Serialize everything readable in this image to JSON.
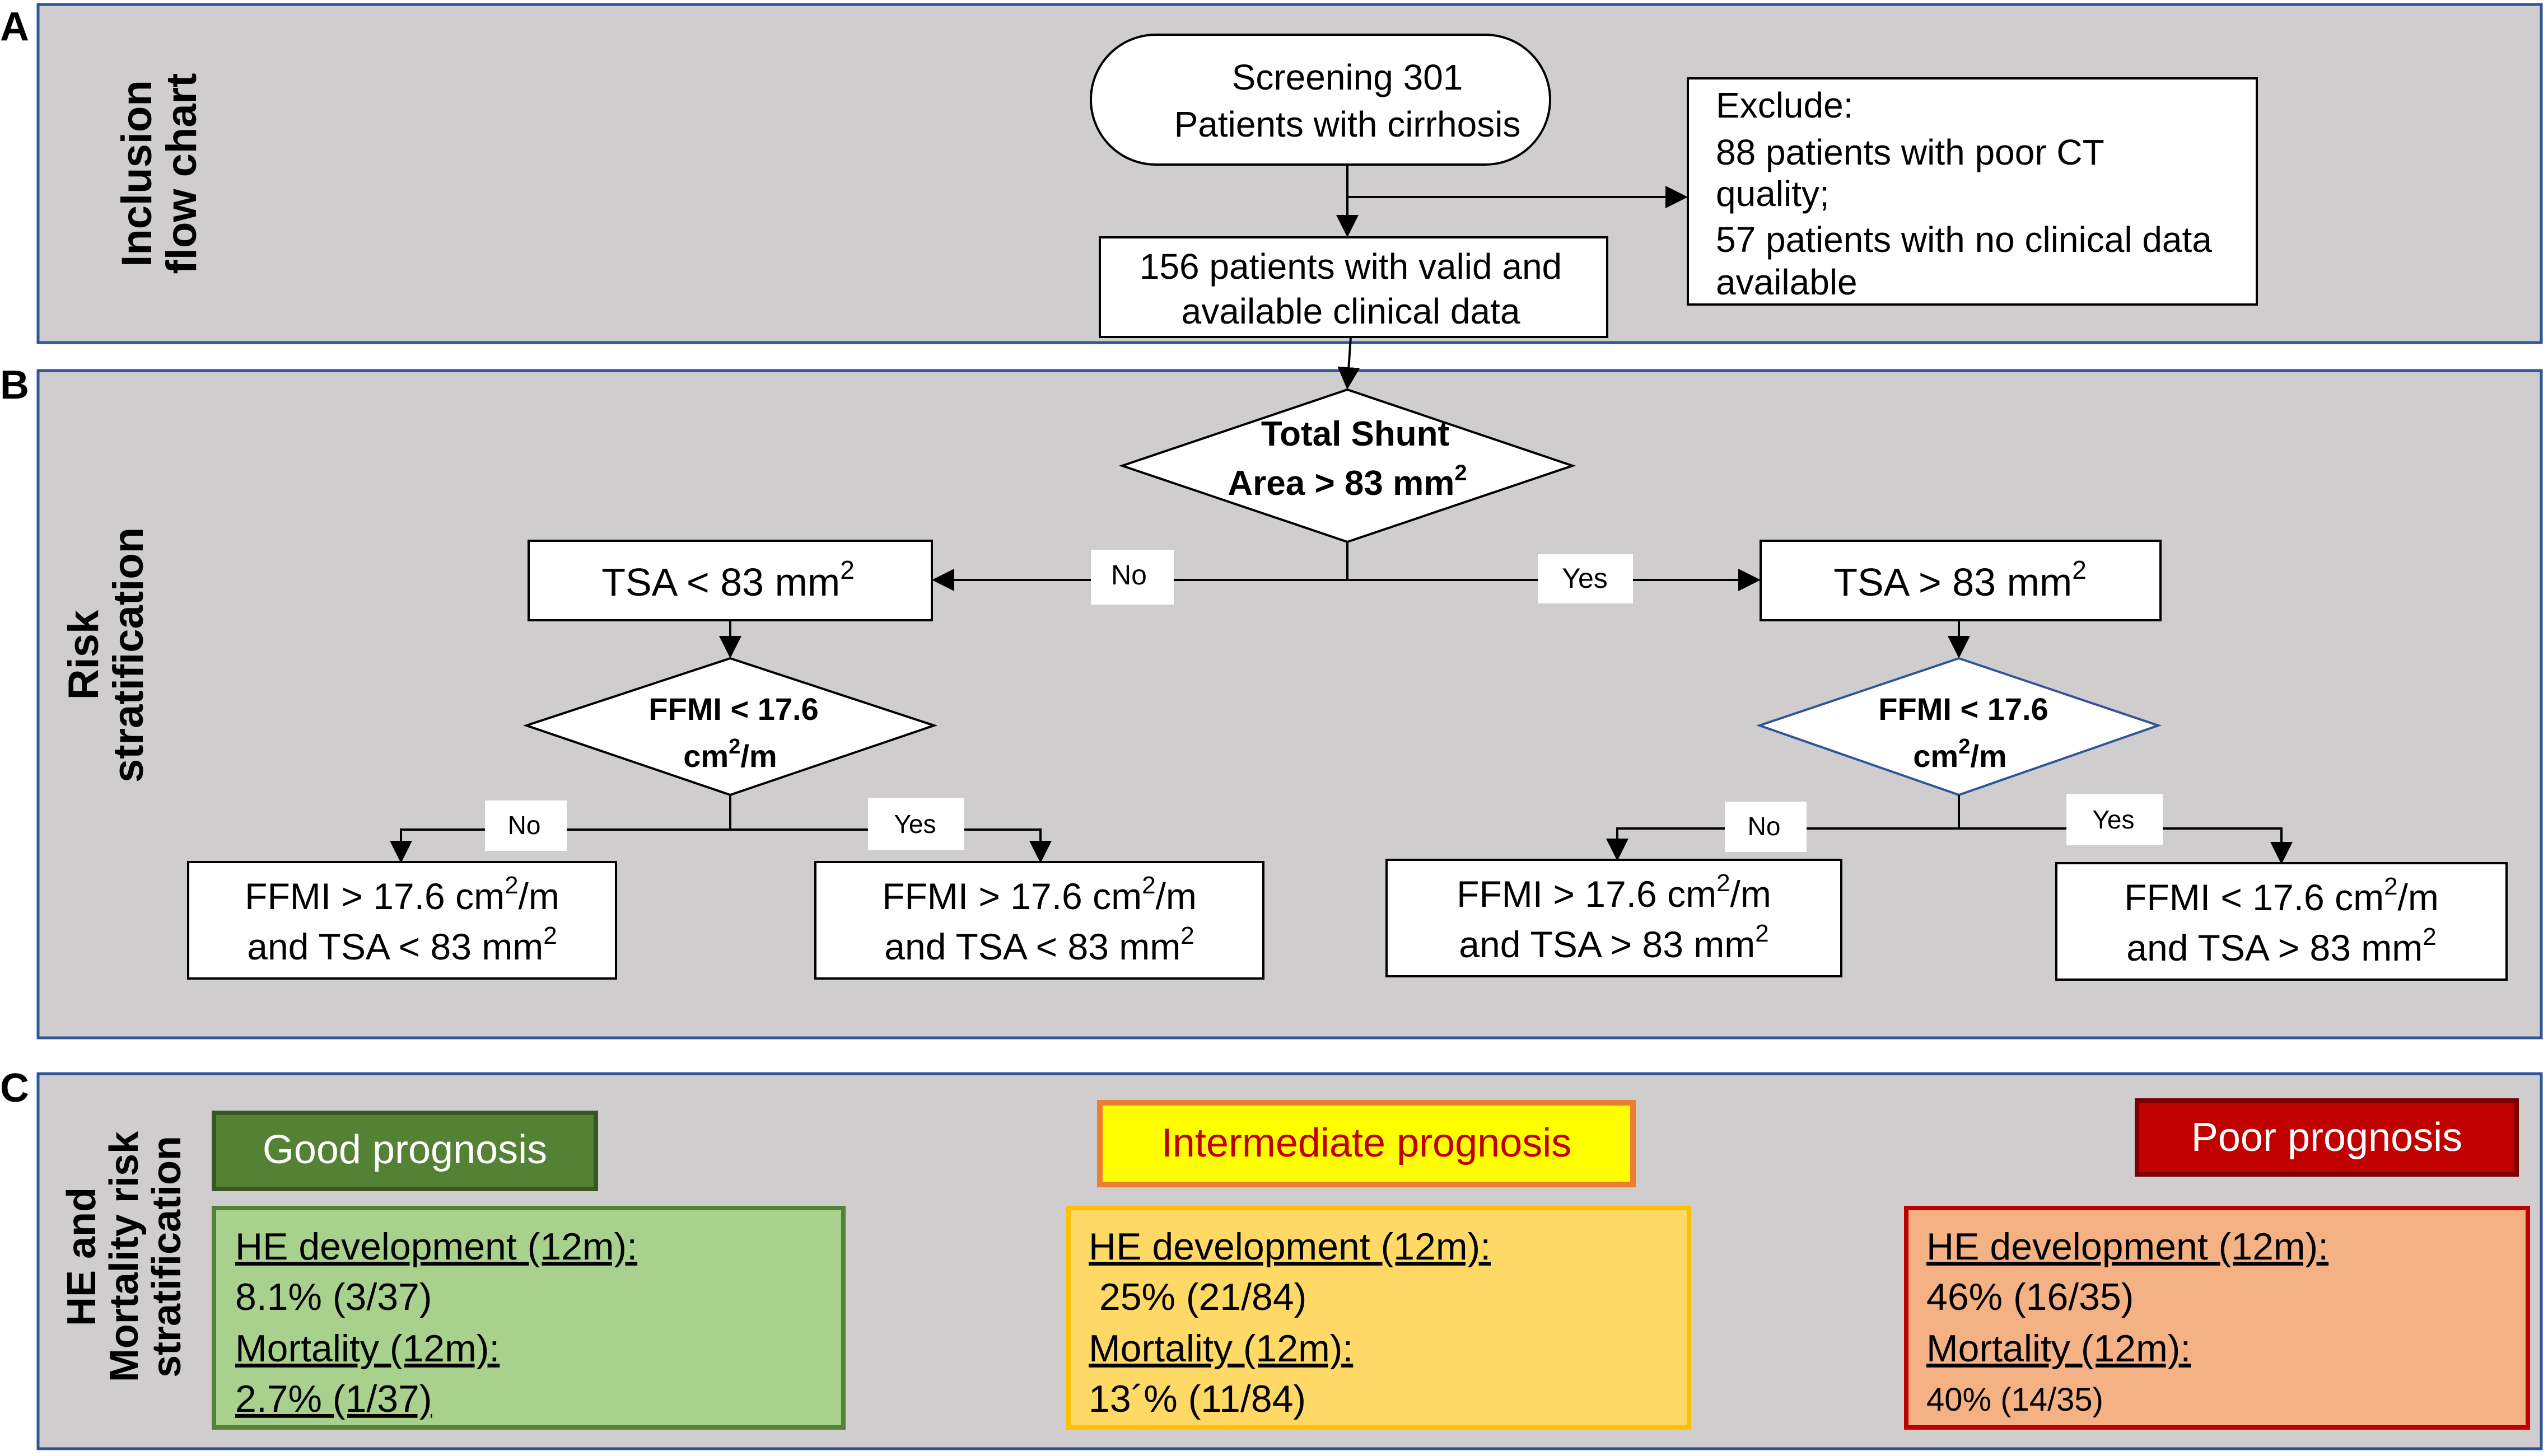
{
  "panels": {
    "a": {
      "letter": "A",
      "title_line1": "Inclusion",
      "title_line2": "flow chart"
    },
    "b": {
      "letter": "B",
      "title_line1": "Risk",
      "title_line2": "stratification"
    },
    "c": {
      "letter": "C",
      "title_line1": "HE and",
      "title_line2": "Mortality risk",
      "title_line3": "stratification"
    }
  },
  "inclusion": {
    "screening_line1": "Screening 301",
    "screening_line2": "Patients with cirrhosis",
    "exclude_line1": "Exclude:",
    "exclude_line2": "88 patients with poor CT",
    "exclude_line3": "quality;",
    "exclude_line4": "57 patients with no clinical data",
    "exclude_line5": "available",
    "valid_line1": "156 patients with valid and",
    "valid_line2": "available clinical data"
  },
  "stratification": {
    "root_line1": "Total Shunt",
    "root_line2_main": "Area > 83 mm",
    "root_line2_sup": "2",
    "no_label": "No",
    "yes_label": "Yes",
    "tsa_low_main": "TSA < 83 mm",
    "tsa_low_sup": "2",
    "tsa_high_main": "TSA > 83 mm",
    "tsa_high_sup": "2",
    "ffmi_left_line1": "FFMI < 17.6",
    "ffmi_left_line2_a": "cm",
    "ffmi_left_line2_sup": "2",
    "ffmi_left_line2_b": "/m",
    "ffmi_right_line1": "FFMI < 17.6",
    "ffmi_right_line2_a": "cm",
    "ffmi_right_line2_sup": "2",
    "ffmi_right_line2_b": "/m",
    "left_no": "No",
    "left_yes": "Yes",
    "right_no": "No",
    "right_yes": "Yes",
    "leaf1_l1_a": "FFMI > 17.6 cm",
    "leaf1_l1_sup": "2",
    "leaf1_l1_b": "/m",
    "leaf1_l2_a": "and TSA < 83 mm",
    "leaf1_l2_sup": "2",
    "leaf2_l1_a": "FFMI > 17.6 cm",
    "leaf2_l1_sup": "2",
    "leaf2_l1_b": "/m",
    "leaf2_l2_a": "and TSA < 83 mm",
    "leaf2_l2_sup": "2",
    "leaf3_l1_a": "FFMI > 17.6 cm",
    "leaf3_l1_sup": "2",
    "leaf3_l1_b": "/m",
    "leaf3_l2_a": "and TSA > 83 mm",
    "leaf3_l2_sup": "2",
    "leaf4_l1_a": "FFMI < 17.6 cm",
    "leaf4_l1_sup": "2",
    "leaf4_l1_b": "/m",
    "leaf4_l2_a": "and TSA > 83 mm",
    "leaf4_l2_sup": "2"
  },
  "prognosis": {
    "good": {
      "label": "Good prognosis",
      "he_label": "HE development (12m):",
      "he_value": "8.1% (3/37)",
      "mort_label": "Mortality (12m):",
      "mort_value": "2.7% (1/37)"
    },
    "intermediate": {
      "label": "Intermediate prognosis",
      "he_label": "HE development (12m):",
      "he_value": " 25% (21/84)",
      "mort_label": "Mortality (12m):",
      "mort_value": "13´% (11/84)"
    },
    "poor": {
      "label": "Poor prognosis",
      "he_label": "HE development (12m):",
      "he_value": "46% (16/35)",
      "mort_label": "Mortality (12m):",
      "mort_value": "40% (14/35)"
    }
  },
  "colors": {
    "panel_fill": "#cfcdce",
    "panel_border": "#2f5597",
    "good_fill": "#548235",
    "good_box": "#a9d18e",
    "intermediate_fill": "#ffff00",
    "intermediate_border": "#ed7d31",
    "intermediate_text": "#c00000",
    "intermediate_box": "#ffd966",
    "intermediate_box_border": "#ffc000",
    "poor_fill": "#c00000",
    "poor_border": "#7b0000",
    "poor_box": "#f4b183"
  }
}
